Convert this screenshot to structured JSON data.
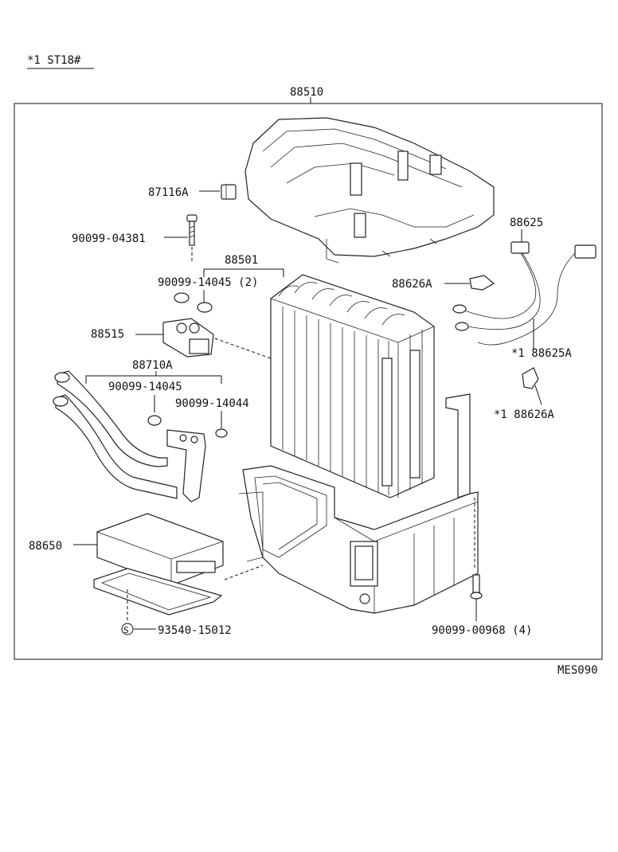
{
  "header": {
    "note": "*1  ST18#"
  },
  "diagram_code": "MES090",
  "parts": {
    "p88510": "88510",
    "p87116A": "87116A",
    "p90099_04381": "90099-04381",
    "p88501": "88501",
    "p90099_14045_2": "90099-14045 (2)",
    "p88515": "88515",
    "p88710A": "88710A",
    "p90099_14045": "90099-14045",
    "p90099_14044": "90099-14044",
    "p88650": "88650",
    "p93540_15012": "93540-15012",
    "p88625": "88625",
    "p88626A": "88626A",
    "p88625A": "*1  88625A",
    "p88626A_star": "*1  88626A",
    "p90099_00968": "90099-00968 (4)"
  },
  "symbols": {
    "supplier_mark": "S"
  }
}
